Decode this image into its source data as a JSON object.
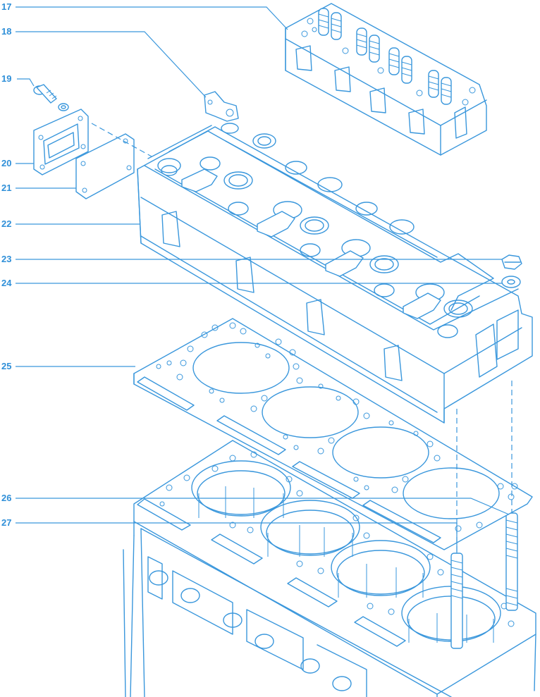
{
  "colors": {
    "line": "#3a97dc",
    "label": "#2f8fd8",
    "background": "#ffffff"
  },
  "callouts": [
    "17",
    "18",
    "19",
    "20",
    "21",
    "22",
    "23",
    "24",
    "25",
    "26",
    "27"
  ]
}
